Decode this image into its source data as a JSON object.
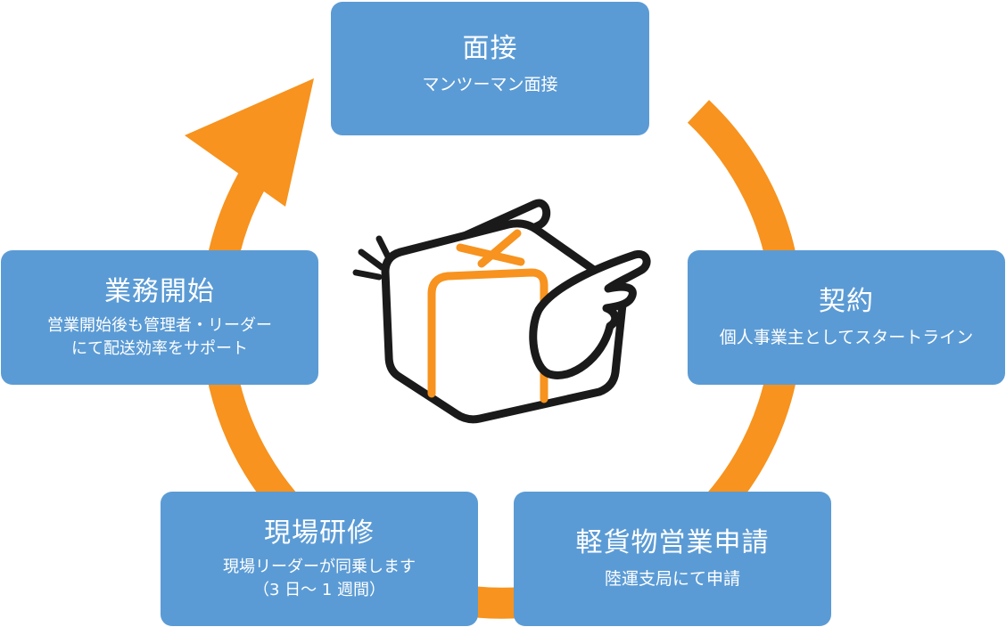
{
  "steps": {
    "mensetsu": {
      "title": "面接",
      "desc": "マンツーマン面接"
    },
    "keiyaku": {
      "title": "契約",
      "desc": "個人事業主としてスタートライン"
    },
    "keikamotsu": {
      "title": "軽貨物営業申請",
      "desc": "陸運支局にて申請"
    },
    "genba": {
      "title": "現場研修",
      "desc_line1": "現場リーダーが同乗します",
      "desc_line2": "（3 日～ 1 週間）"
    },
    "gyomu": {
      "title": "業務開始",
      "desc_line1": "営業開始後も管理者・リーダー",
      "desc_line2": "にて配送効率をサポート"
    }
  },
  "colors": {
    "box": "#5b9bd5",
    "arrow": "#f7931e",
    "icon_outline": "#1a1a1a",
    "icon_tape": "#f7931e"
  },
  "icons": {
    "center": "winged-package-icon",
    "cycle": "cycle-arrow"
  }
}
